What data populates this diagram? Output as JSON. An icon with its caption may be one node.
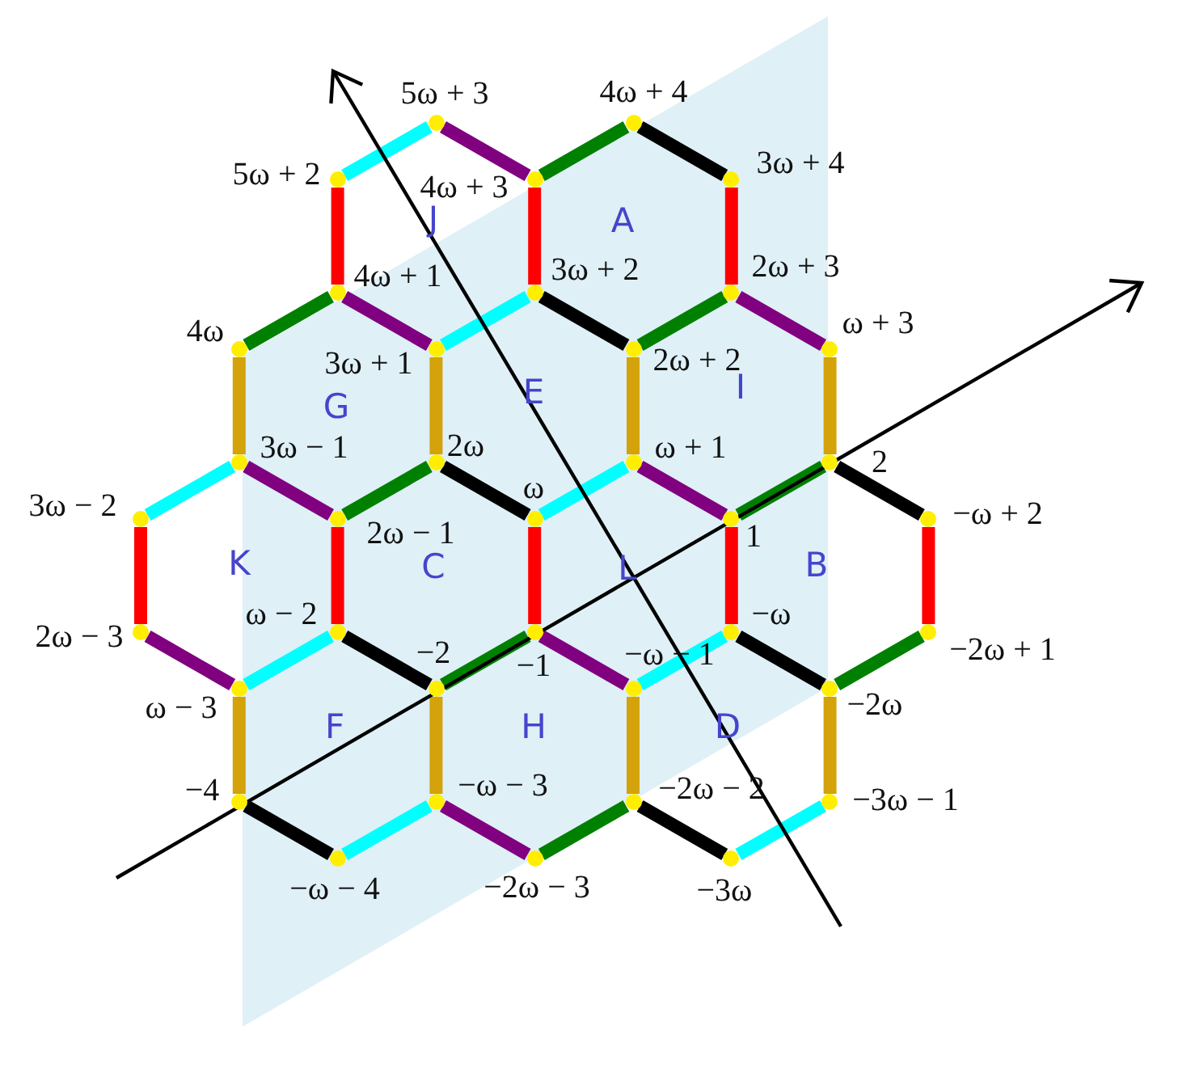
{
  "diagram": {
    "nodes": [
      {
        "text": [],
        "shape": "circle",
        "beside": [
          "5ω + 3"
        ]
      },
      {
        "text": [],
        "shape": "circle",
        "beside": [
          "4ω + 4"
        ]
      },
      {
        "text": [],
        "shape": "circle",
        "beside": [
          "5ω + 2"
        ]
      },
      {
        "text": [],
        "shape": "circle",
        "beside": [
          "4ω + 3"
        ]
      },
      {
        "text": [],
        "shape": "circle",
        "beside": [
          "3ω + 4"
        ]
      },
      {
        "text": [],
        "shape": "circle",
        "beside": [
          "4ω + 1"
        ]
      },
      {
        "text": [],
        "shape": "circle",
        "beside": [
          "3ω + 2"
        ]
      },
      {
        "text": [],
        "shape": "circle",
        "beside": [
          "2ω + 3"
        ]
      },
      {
        "text": [],
        "shape": "circle",
        "beside": [
          "4ω"
        ]
      },
      {
        "text": [],
        "shape": "circle",
        "beside": [
          "3ω + 1"
        ]
      },
      {
        "text": [],
        "shape": "circle",
        "beside": [
          "2ω + 2"
        ]
      },
      {
        "text": [],
        "shape": "circle",
        "beside": [
          "ω + 3"
        ]
      },
      {
        "text": [],
        "shape": "circle",
        "beside": [
          "3ω − 1"
        ]
      },
      {
        "text": [],
        "shape": "circle",
        "beside": [
          "2ω"
        ]
      },
      {
        "text": [],
        "shape": "circle",
        "beside": [
          "ω + 1"
        ]
      },
      {
        "text": [],
        "shape": "circle",
        "beside": [
          "2"
        ]
      },
      {
        "text": [],
        "shape": "circle",
        "beside": [
          "3ω − 2"
        ]
      },
      {
        "text": [],
        "shape": "circle",
        "beside": [
          "2ω − 1"
        ]
      },
      {
        "text": [],
        "shape": "circle",
        "beside": [
          "ω"
        ]
      },
      {
        "text": [],
        "shape": "circle",
        "beside": [
          "1"
        ]
      },
      {
        "text": [],
        "shape": "circle",
        "beside": [
          "−ω + 2"
        ]
      },
      {
        "text": [],
        "shape": "circle",
        "beside": [
          "2ω − 3"
        ]
      },
      {
        "text": [],
        "shape": "circle",
        "beside": [
          "ω − 2"
        ]
      },
      {
        "text": [],
        "shape": "circle",
        "beside": [
          "−1"
        ]
      },
      {
        "text": [],
        "shape": "circle",
        "beside": [
          "−ω"
        ]
      },
      {
        "text": [],
        "shape": "circle",
        "beside": [
          "−2ω + 1"
        ]
      },
      {
        "text": [],
        "shape": "circle",
        "beside": [
          "ω − 3"
        ]
      },
      {
        "text": [],
        "shape": "circle",
        "beside": [
          "−2"
        ]
      },
      {
        "text": [],
        "shape": "circle",
        "beside": [
          "−ω − 1"
        ]
      },
      {
        "text": [],
        "shape": "circle",
        "beside": [
          "−2ω"
        ]
      },
      {
        "text": [],
        "shape": "circle",
        "beside": [
          "−4"
        ]
      },
      {
        "text": [],
        "shape": "circle",
        "beside": [
          "−ω − 3"
        ]
      },
      {
        "text": [],
        "shape": "circle",
        "beside": [
          "−2ω − 2"
        ]
      },
      {
        "text": [],
        "shape": "circle",
        "beside": [
          "−3ω − 1"
        ]
      },
      {
        "text": [],
        "shape": "circle",
        "beside": [
          "−ω − 4"
        ]
      },
      {
        "text": [],
        "shape": "circle",
        "beside": [
          "−2ω − 3"
        ]
      },
      {
        "text": [],
        "shape": "circle",
        "beside": [
          "−3ω"
        ]
      }
    ],
    "edges": [
      {
        "from": 2,
        "to": 0,
        "arrow": "none",
        "color": "#00ffff"
      },
      {
        "from": 0,
        "to": 3,
        "arrow": "none",
        "color": "#800080"
      },
      {
        "from": 2,
        "to": 5,
        "arrow": "none",
        "color": "#ff0000"
      },
      {
        "from": 3,
        "to": 6,
        "arrow": "none",
        "color": "#ff0000"
      },
      {
        "from": 5,
        "to": 9,
        "arrow": "none",
        "color": "#800080"
      },
      {
        "from": 9,
        "to": 6,
        "arrow": "none",
        "color": "#00ffff"
      },
      {
        "from": 3,
        "to": 1,
        "arrow": "none",
        "color": "#008000"
      },
      {
        "from": 1,
        "to": 4,
        "arrow": "none",
        "color": "#000000"
      },
      {
        "from": 4,
        "to": 7,
        "arrow": "none",
        "color": "#ff0000"
      },
      {
        "from": 6,
        "to": 10,
        "arrow": "none",
        "color": "#000000"
      },
      {
        "from": 10,
        "to": 7,
        "arrow": "none",
        "color": "#008000"
      },
      {
        "from": 7,
        "to": 11,
        "arrow": "none",
        "color": "#800080"
      },
      {
        "from": 8,
        "to": 5,
        "arrow": "none",
        "color": "#008000"
      },
      {
        "from": 8,
        "to": 12,
        "arrow": "none",
        "color": "#d4a20a"
      },
      {
        "from": 9,
        "to": 13,
        "arrow": "none",
        "color": "#d4a20a"
      },
      {
        "from": 10,
        "to": 14,
        "arrow": "none",
        "color": "#d4a20a"
      },
      {
        "from": 11,
        "to": 15,
        "arrow": "none",
        "color": "#d4a20a"
      },
      {
        "from": 12,
        "to": 16,
        "arrow": "none",
        "color": "#00ffff"
      },
      {
        "from": 12,
        "to": 17,
        "arrow": "none",
        "color": "#800080"
      },
      {
        "from": 13,
        "to": 17,
        "arrow": "none",
        "color": "#008000"
      },
      {
        "from": 13,
        "to": 18,
        "arrow": "none",
        "color": "#000000"
      },
      {
        "from": 14,
        "to": 18,
        "arrow": "none",
        "color": "#00ffff"
      },
      {
        "from": 14,
        "to": 19,
        "arrow": "none",
        "color": "#800080"
      },
      {
        "from": 15,
        "to": 19,
        "arrow": "none",
        "color": "#008000"
      },
      {
        "from": 15,
        "to": 20,
        "arrow": "none",
        "color": "#000000"
      },
      {
        "from": 16,
        "to": 21,
        "arrow": "none",
        "color": "#ff0000"
      },
      {
        "from": 17,
        "to": 22,
        "arrow": "none",
        "color": "#ff0000"
      },
      {
        "from": 18,
        "to": 23,
        "arrow": "none",
        "color": "#ff0000"
      },
      {
        "from": 19,
        "to": 24,
        "arrow": "none",
        "color": "#ff0000"
      },
      {
        "from": 20,
        "to": 25,
        "arrow": "none",
        "color": "#ff0000"
      },
      {
        "from": 21,
        "to": 26,
        "arrow": "none",
        "color": "#800080"
      },
      {
        "from": 22,
        "to": 26,
        "arrow": "none",
        "color": "#00ffff"
      },
      {
        "from": 22,
        "to": 27,
        "arrow": "none",
        "color": "#000000"
      },
      {
        "from": 23,
        "to": 27,
        "arrow": "none",
        "color": "#008000"
      },
      {
        "from": 23,
        "to": 28,
        "arrow": "none",
        "color": "#800080"
      },
      {
        "from": 24,
        "to": 28,
        "arrow": "none",
        "color": "#00ffff"
      },
      {
        "from": 24,
        "to": 29,
        "arrow": "none",
        "color": "#000000"
      },
      {
        "from": 25,
        "to": 29,
        "arrow": "none",
        "color": "#008000"
      },
      {
        "from": 26,
        "to": 30,
        "arrow": "none",
        "color": "#d4a20a"
      },
      {
        "from": 27,
        "to": 31,
        "arrow": "none",
        "color": "#d4a20a"
      },
      {
        "from": 28,
        "to": 32,
        "arrow": "none",
        "color": "#d4a20a"
      },
      {
        "from": 29,
        "to": 33,
        "arrow": "none",
        "color": "#d4a20a"
      },
      {
        "from": 30,
        "to": 34,
        "arrow": "none",
        "color": "#000000"
      },
      {
        "from": 31,
        "to": 34,
        "arrow": "none",
        "color": "#00ffff"
      },
      {
        "from": 31,
        "to": 35,
        "arrow": "none",
        "color": "#800080"
      },
      {
        "from": 32,
        "to": 35,
        "arrow": "none",
        "color": "#008000"
      },
      {
        "from": 32,
        "to": 36,
        "arrow": "none",
        "color": "#000000"
      },
      {
        "from": 33,
        "to": 36,
        "arrow": "none",
        "color": "#00ffff"
      }
    ],
    "labels": [
      "J",
      "A",
      "G",
      "E",
      "I",
      "K",
      "C",
      "L",
      "B",
      "F",
      "H",
      "D"
    ]
  }
}
